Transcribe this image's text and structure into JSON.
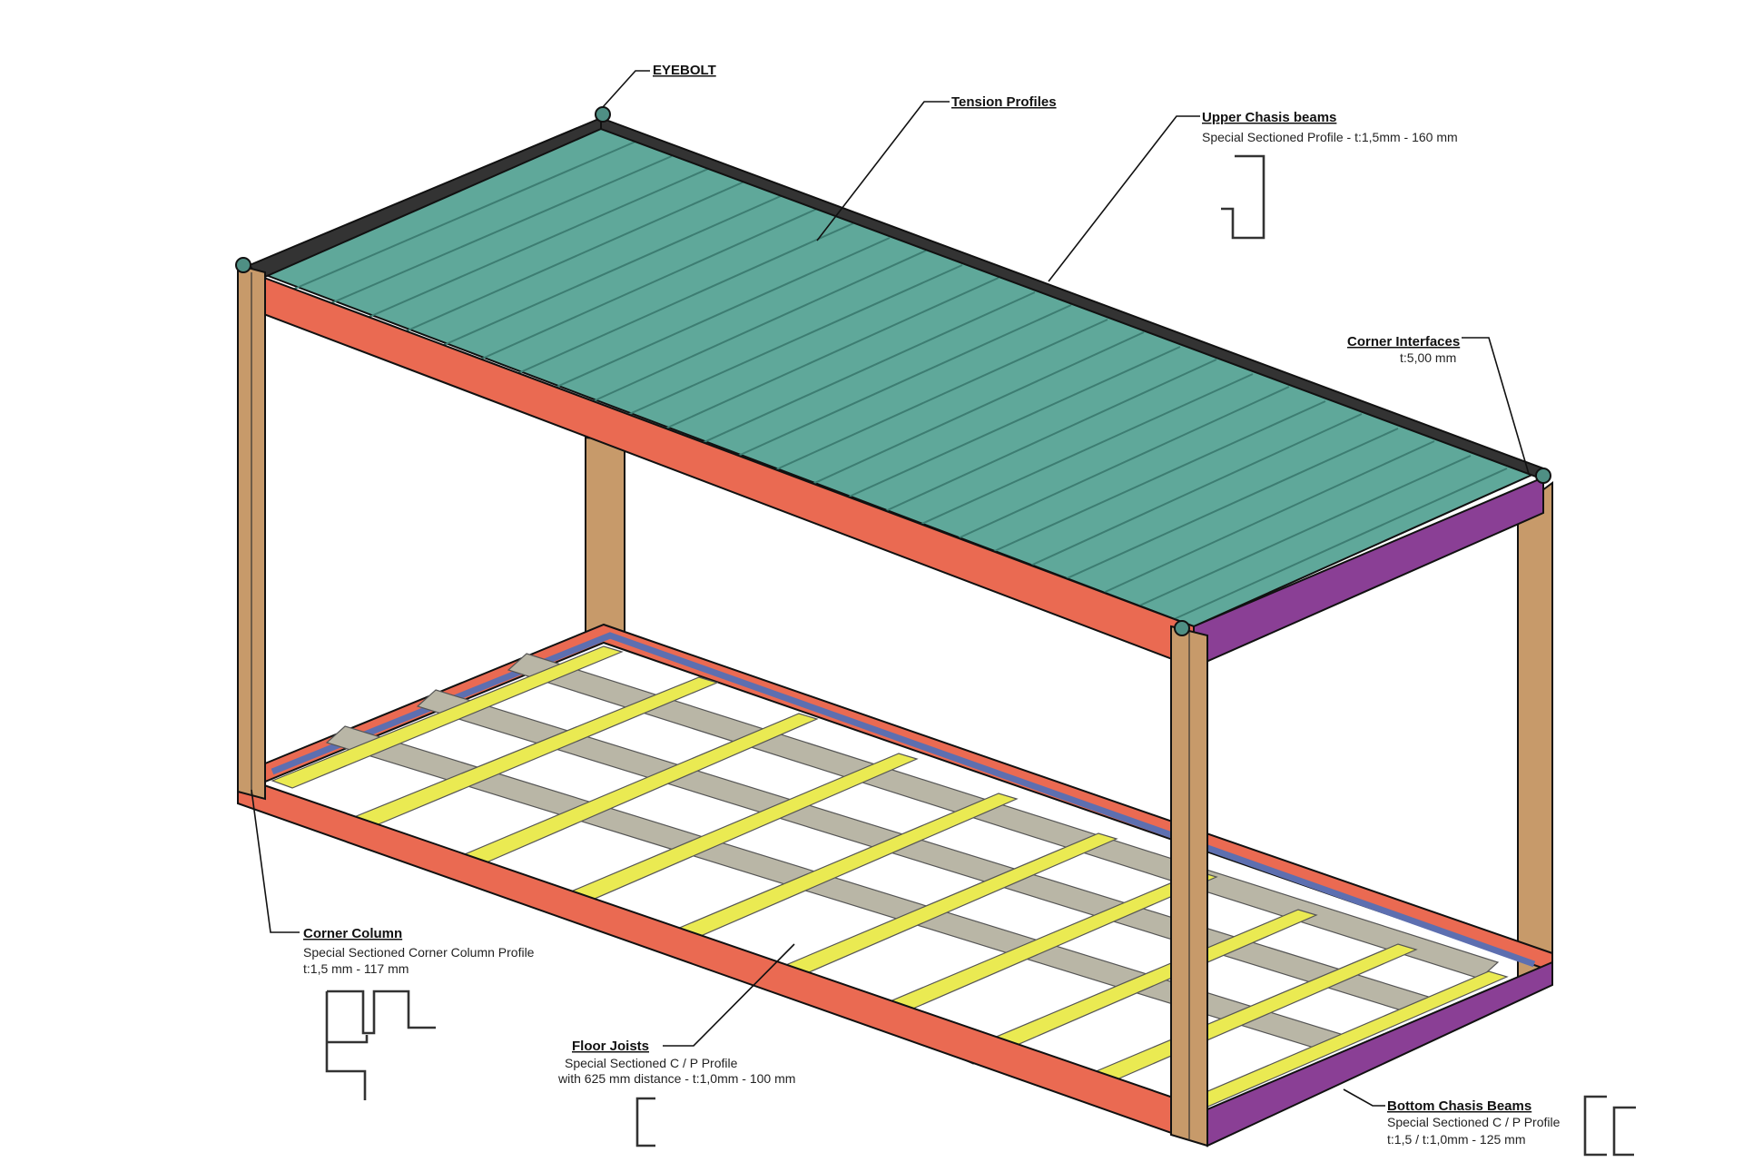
{
  "colors": {
    "roof": "#5fa89a",
    "roof_rib": "#3d7d72",
    "red_beam": "#ea6a52",
    "purple_beam": "#8a3f95",
    "column": "#c79a6a",
    "joist_yellow": "#eaea52",
    "joist_grey": "#b9b6a6",
    "blue_rail": "#5d6fb0"
  },
  "labels": {
    "eyebolt": {
      "title": "EYEBOLT"
    },
    "tension": {
      "title": "Tension Profiles"
    },
    "upper": {
      "title": "Upper Chasis beams",
      "sub1": "Special Sectioned Profile - t:1,5mm - 160 mm"
    },
    "corner_if": {
      "title": "Corner Interfaces",
      "sub1": "t:5,00 mm"
    },
    "corner_col": {
      "title": "Corner Column",
      "sub1": "Special Sectioned Corner Column Profile",
      "sub2": "t:1,5 mm - 117 mm"
    },
    "floor": {
      "title": "Floor Joists",
      "sub1": "Special Sectioned C / P Profile",
      "sub2": "with 625 mm distance - t:1,0mm - 100 mm"
    },
    "bottom": {
      "title": "Bottom Chasis Beams",
      "sub1": "Special Sectioned C / P Profile",
      "sub2": "t:1,5 / t:1,0mm - 125 mm"
    }
  },
  "icons": [
    "profile-c-icon",
    "profile-corner-icon",
    "profile-cp-icon"
  ]
}
